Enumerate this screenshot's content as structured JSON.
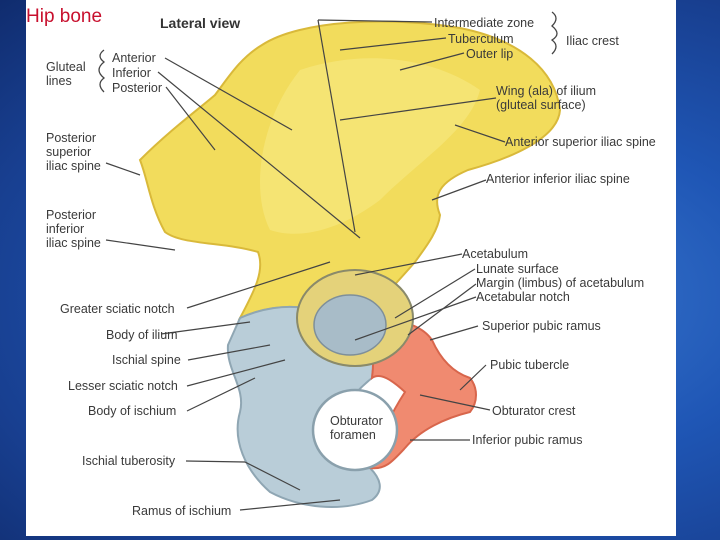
{
  "slide": {
    "title": "Hip bone"
  },
  "figure": {
    "view_title": "Lateral view",
    "colors": {
      "ilium": "#f2dc5c",
      "ischium": "#b9cdd8",
      "pubis": "#f08a70"
    },
    "labels": {
      "intermediate_zone": "Intermediate zone",
      "tuberculum": "Tuberculum",
      "outer_lip": "Outer lip",
      "iliac_crest": "Iliac crest",
      "gluteal_lines": [
        "Gluteal",
        "lines"
      ],
      "anterior": "Anterior",
      "inferior": "Inferior",
      "posterior": "Posterior",
      "wing": [
        "Wing (ala) of ilium",
        "(gluteal surface)"
      ],
      "asis": "Anterior superior iliac spine",
      "aiis": "Anterior inferior iliac spine",
      "psis": [
        "Posterior",
        "superior",
        "iliac spine"
      ],
      "piis": [
        "Posterior",
        "inferior",
        "iliac spine"
      ],
      "acetabulum": "Acetabulum",
      "lunate": "Lunate surface",
      "margin": "Margin (limbus) of acetabulum",
      "notch": "Acetabular notch",
      "greater_sciatic": "Greater sciatic notch",
      "body_ilium": "Body of ilium",
      "ischial_spine": "Ischial spine",
      "lesser_sciatic": "Lesser sciatic notch",
      "body_ischium": "Body of ischium",
      "ischial_tuberosity": "Ischial tuberosity",
      "ramus_ischium": "Ramus of ischium",
      "superior_pubic": "Superior pubic ramus",
      "pubic_tubercle": "Pubic tubercle",
      "obturator_crest": "Obturator crest",
      "inferior_pubic": "Inferior pubic ramus",
      "obturator_foramen": [
        "Obturator",
        "foramen"
      ]
    }
  }
}
